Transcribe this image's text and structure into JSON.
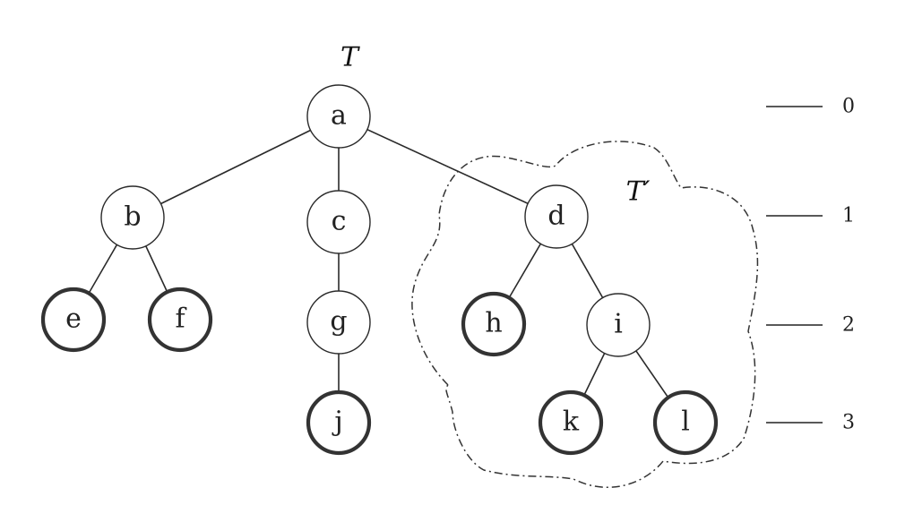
{
  "tree_label": "T",
  "subtree_label": "T′",
  "nodes": [
    {
      "id": "a",
      "label": "a",
      "bold": false
    },
    {
      "id": "b",
      "label": "b",
      "bold": false
    },
    {
      "id": "c",
      "label": "c",
      "bold": false
    },
    {
      "id": "d",
      "label": "d",
      "bold": false
    },
    {
      "id": "e",
      "label": "e",
      "bold": true
    },
    {
      "id": "f",
      "label": "f",
      "bold": true
    },
    {
      "id": "g",
      "label": "g",
      "bold": false
    },
    {
      "id": "h",
      "label": "h",
      "bold": true
    },
    {
      "id": "i",
      "label": "i",
      "bold": false
    },
    {
      "id": "j",
      "label": "j",
      "bold": true
    },
    {
      "id": "k",
      "label": "k",
      "bold": true
    },
    {
      "id": "l",
      "label": "l",
      "bold": true
    }
  ],
  "edges": [
    [
      "a",
      "b"
    ],
    [
      "a",
      "c"
    ],
    [
      "a",
      "d"
    ],
    [
      "b",
      "e"
    ],
    [
      "b",
      "f"
    ],
    [
      "c",
      "g"
    ],
    [
      "g",
      "j"
    ],
    [
      "d",
      "h"
    ],
    [
      "d",
      "i"
    ],
    [
      "i",
      "k"
    ],
    [
      "i",
      "l"
    ]
  ],
  "levels": [
    "0",
    "1",
    "2",
    "3"
  ]
}
